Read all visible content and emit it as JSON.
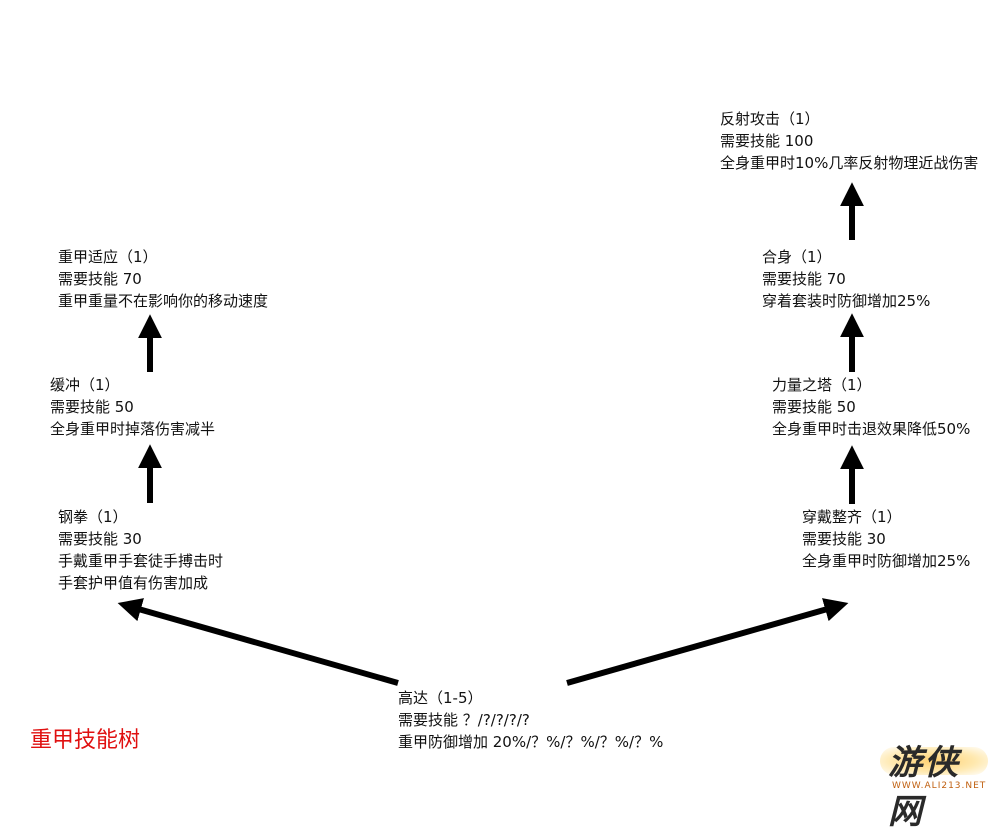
{
  "title": "重甲技能树",
  "nodes": {
    "gaoda": {
      "name": "高达（1-5）",
      "req": "需要技能 ？/?/?/?/?",
      "desc": "重甲防御增加 20%/？%/？%/？%/？%"
    },
    "gangquan": {
      "name": "钢拳（1）",
      "req": "需要技能 30",
      "desc": "手戴重甲手套徒手搏击时",
      "desc2": "手套护甲值有伤害加成"
    },
    "huanchong": {
      "name": "缓冲（1）",
      "req": "需要技能 50",
      "desc": "全身重甲时掉落伤害减半"
    },
    "zhongjia_shiying": {
      "name": "重甲适应（1）",
      "req": "需要技能 70",
      "desc": "重甲重量不在影响你的移动速度"
    },
    "chuandai": {
      "name": "穿戴整齐（1）",
      "req": "需要技能 30",
      "desc": "全身重甲时防御增加25%"
    },
    "liliang": {
      "name": "力量之塔（1）",
      "req": "需要技能 50",
      "desc": "全身重甲时击退效果降低50%"
    },
    "heshen": {
      "name": "合身（1）",
      "req": "需要技能 70",
      "desc": "穿着套装时防御增加25%"
    },
    "fanshe": {
      "name": "反射攻击（1）",
      "req": "需要技能 100",
      "desc": "全身重甲时10%几率反射物理近战伤害"
    }
  },
  "watermark": {
    "text": "游侠网",
    "sub": "WWW.ALI213.NET"
  },
  "colors": {
    "title": "#e01010",
    "arrow": "#000000",
    "text": "#111111"
  }
}
